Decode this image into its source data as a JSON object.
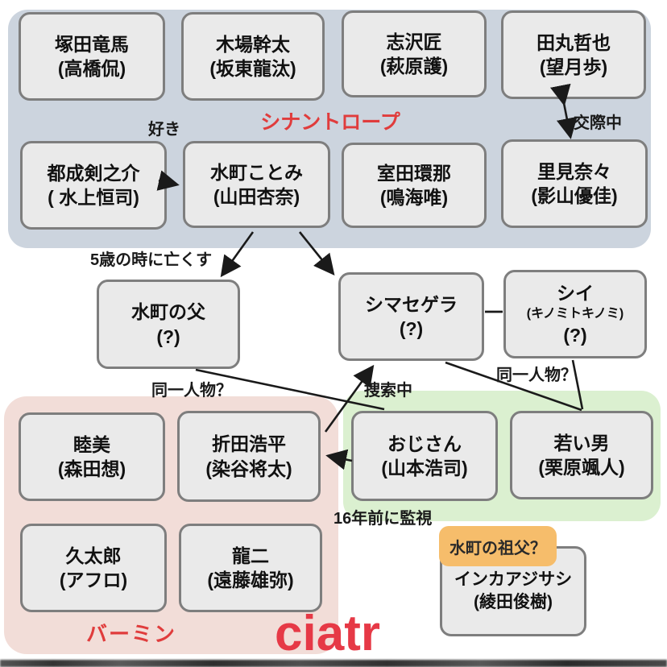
{
  "page": {
    "logo": "ciatr"
  },
  "groups": {
    "sinanthrope": {
      "label": "シナントロープ",
      "text_color": "#e03c3c",
      "bg": "#ccd4de"
    },
    "vermin": {
      "label": "バーミン",
      "text_color": "#e03c3c",
      "bg": "#f2ddd8"
    },
    "watchers": {
      "bg": "#dbf0d0"
    }
  },
  "characters": {
    "tsukada": {
      "name": "塚田竜馬",
      "actor": "(高橋侃)"
    },
    "kiba": {
      "name": "木場幹太",
      "actor": "(坂東龍汰)"
    },
    "shizawa": {
      "name": "志沢匠",
      "actor": "(萩原護)"
    },
    "tamaru": {
      "name": "田丸哲也",
      "actor": "(望月歩)"
    },
    "tonari": {
      "name": "都成剣之介",
      "actor": "( 水上恒司)"
    },
    "mizumachi": {
      "name": "水町ことみ",
      "actor": "(山田杏奈)"
    },
    "murota": {
      "name": "室田環那",
      "actor": "(鳴海唯)"
    },
    "satomi": {
      "name": "里見奈々",
      "actor": "(影山優佳)"
    },
    "father": {
      "name": "水町の父",
      "actor": "(?)"
    },
    "shimasegera": {
      "name": "シマセゲラ",
      "actor": "(?)"
    },
    "shii": {
      "name": "シイ",
      "sub": "(キノミトキノミ)",
      "actor": "(?)"
    },
    "mutsumi": {
      "name": "睦美",
      "actor": "(森田想)"
    },
    "orita": {
      "name": "折田浩平",
      "actor": "(染谷将太)"
    },
    "kyutaro": {
      "name": "久太郎",
      "actor": "(アフロ)"
    },
    "ryuji": {
      "name": "龍二",
      "actor": "(遠藤雄弥)"
    },
    "ojisan": {
      "name": "おじさん",
      "actor": "(山本浩司)"
    },
    "wakai_otoko": {
      "name": "若い男",
      "actor": "(栗原颯人)"
    },
    "inca": {
      "name": "インカアジサシ",
      "actor": "(綾田俊樹)"
    }
  },
  "labels": {
    "suki": "好き",
    "kousai": "交際中",
    "shinu5": "5歳の時に亡くす",
    "sousaku": "捜索中",
    "same_person_1": "同一人物？",
    "same_person_2": "同一人物？",
    "kanshi16": "16年前に監視",
    "sofu": "水町の祖父？"
  },
  "colors": {
    "accent_red": "#e03c3c",
    "logo_red": "#e63946",
    "blue_bg": "#ccd4de",
    "pink_bg": "#f2ddd8",
    "green_bg": "#dbf0d0",
    "orange_tag": "#f6bd6b",
    "box_fill": "#eaeaea",
    "box_border": "#7e7e7e",
    "line_color": "#1a1a1a"
  }
}
